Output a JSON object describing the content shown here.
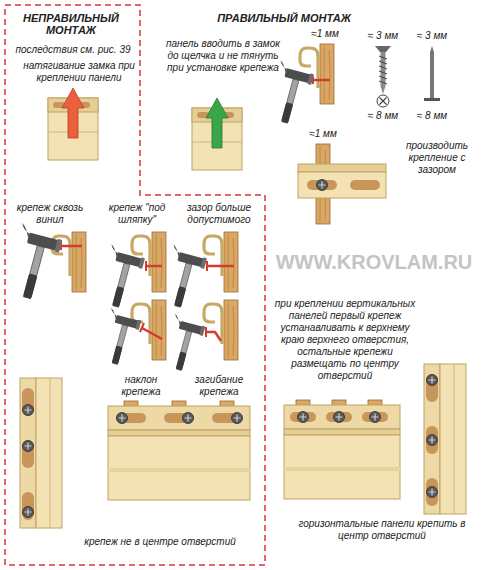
{
  "diagram": {
    "nodes": [
      {
        "text": [
          "НЕПРАВИЛЬНЫЙ МОНТАЖ",
          "последствия см. рис. 39",
          "натягивание замка при креплении панели",
          "крепеж сквозь винил",
          "крепеж \"под шляпку\"",
          "зазор больше допустимого",
          "наклон крепежа",
          "загибание крепежа",
          "крепеж не в центре отверстий"
        ]
      }
    ],
    "labels": [
      "ПРАВИЛЬНЫЙ МОНТАЖ",
      "панель вводить в замок до щелчка и не тянуть при установке крепежа",
      "≈1 мм",
      "≈ 3 мм",
      "≈ 3 мм",
      "≈ 8 мм",
      "≈ 8 мм",
      "производить крепление с зазором",
      "≈1 мм",
      "WWW.KROVLAM.RU",
      "при креплении вертикальных панелей первый крепеж устанавливать к верхнему краю верхнего отверстия, остальные крепежи размещать по центру отверстий",
      "горизонтальные панели крепить в центр отверстий"
    ]
  }
}
